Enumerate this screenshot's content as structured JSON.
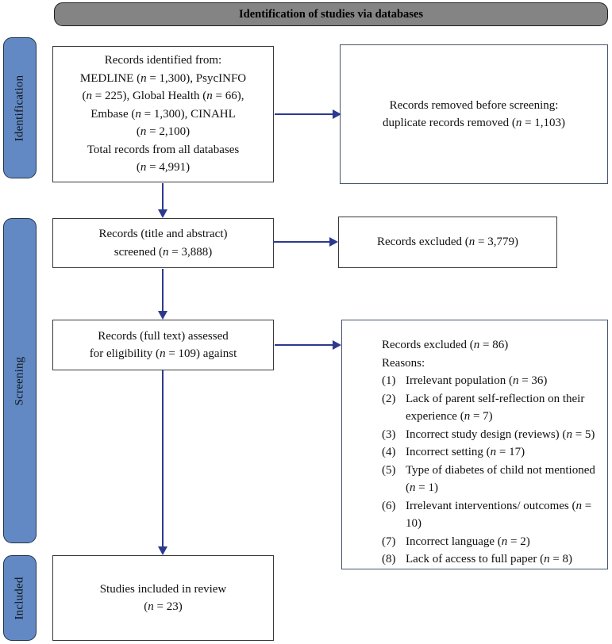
{
  "header": {
    "title": "Identification of studies via databases"
  },
  "sidebar": {
    "stages": [
      {
        "label": "Identification"
      },
      {
        "label": "Screening"
      },
      {
        "label": "Included"
      }
    ]
  },
  "colors": {
    "stage_fill": "#6289c4",
    "stage_border": "#22354a",
    "header_fill": "#848484",
    "arrow": "#2b3a8f",
    "box_border": "#3a3a3a",
    "right_box_border": "#44546a"
  },
  "boxes": {
    "records_identified": {
      "lines": [
        "Records identified from:",
        "MEDLINE (n = 1,300), PsycINFO",
        "(n = 225), Global Health (n = 66),",
        "Embase (n = 1,300), CINAHL",
        "(n = 2,100)",
        "Total records from all databases",
        "(n = 4,991)"
      ]
    },
    "records_removed": {
      "lines": [
        "Records removed before screening:",
        "duplicate records removed (n = 1,103)"
      ]
    },
    "records_screened": {
      "lines": [
        "Records (title and abstract)",
        "screened (n = 3,888)"
      ]
    },
    "records_excluded_screening": {
      "lines": [
        "Records excluded (n = 3,779)"
      ]
    },
    "records_assessed": {
      "lines": [
        "Records (full text) assessed",
        "for eligibility (n = 109) against"
      ]
    },
    "records_excluded_eligibility": {
      "title": "Records excluded (n = 86)",
      "subtitle": "Reasons:",
      "reasons": [
        {
          "num": "(1)",
          "text": "Irrelevant population (n = 36)"
        },
        {
          "num": "(2)",
          "text": "Lack of parent self-reflection on their experience (n = 7)"
        },
        {
          "num": "(3)",
          "text": "Incorrect study design (reviews) (n = 5)"
        },
        {
          "num": "(4)",
          "text": "Incorrect setting (n = 17)"
        },
        {
          "num": "(5)",
          "text": "Type of diabetes of child not mentioned (n = 1)"
        },
        {
          "num": "(6)",
          "text": "Irrelevant interventions/ outcomes (n = 10)"
        },
        {
          "num": "(7)",
          "text": "Incorrect language (n = 2)"
        },
        {
          "num": "(8)",
          "text": "Lack of access to full paper (n = 8)"
        }
      ]
    },
    "studies_included": {
      "lines": [
        "Studies included in review",
        "(n = 23)"
      ]
    }
  }
}
